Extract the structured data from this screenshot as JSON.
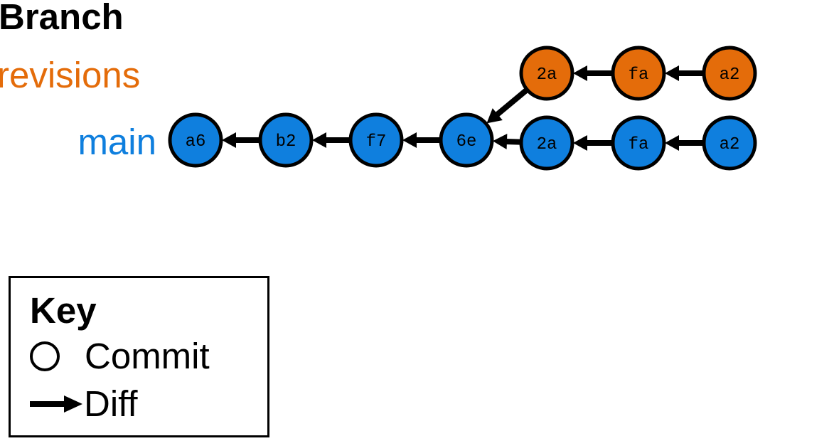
{
  "heading": "Branch",
  "colors": {
    "revisions": "#e46c0a",
    "main": "#0f7fde",
    "outline": "#000000"
  },
  "branches": {
    "revisions": {
      "label": "revisions",
      "color": "#e46c0a"
    },
    "main": {
      "label": "main",
      "color": "#0f7fde"
    }
  },
  "commits": [
    {
      "id": "main-a6",
      "label": "a6",
      "branch": "main"
    },
    {
      "id": "main-b2",
      "label": "b2",
      "branch": "main"
    },
    {
      "id": "main-f7",
      "label": "f7",
      "branch": "main"
    },
    {
      "id": "main-6e",
      "label": "6e",
      "branch": "main"
    },
    {
      "id": "main-2a",
      "label": "2a",
      "branch": "main"
    },
    {
      "id": "main-fa",
      "label": "fa",
      "branch": "main"
    },
    {
      "id": "main-a2",
      "label": "a2",
      "branch": "main"
    },
    {
      "id": "rev-2a",
      "label": "2a",
      "branch": "revisions"
    },
    {
      "id": "rev-fa",
      "label": "fa",
      "branch": "revisions"
    },
    {
      "id": "rev-a2",
      "label": "a2",
      "branch": "revisions"
    }
  ],
  "diffs": [
    {
      "from": "main-b2",
      "to": "main-a6"
    },
    {
      "from": "main-f7",
      "to": "main-b2"
    },
    {
      "from": "main-6e",
      "to": "main-f7"
    },
    {
      "from": "main-2a",
      "to": "main-6e"
    },
    {
      "from": "main-fa",
      "to": "main-2a"
    },
    {
      "from": "main-a2",
      "to": "main-fa"
    },
    {
      "from": "rev-2a",
      "to": "main-6e"
    },
    {
      "from": "rev-fa",
      "to": "rev-2a"
    },
    {
      "from": "rev-a2",
      "to": "rev-fa"
    }
  ],
  "key": {
    "title": "Key",
    "commit_label": "Commit",
    "diff_label": "Diff"
  }
}
